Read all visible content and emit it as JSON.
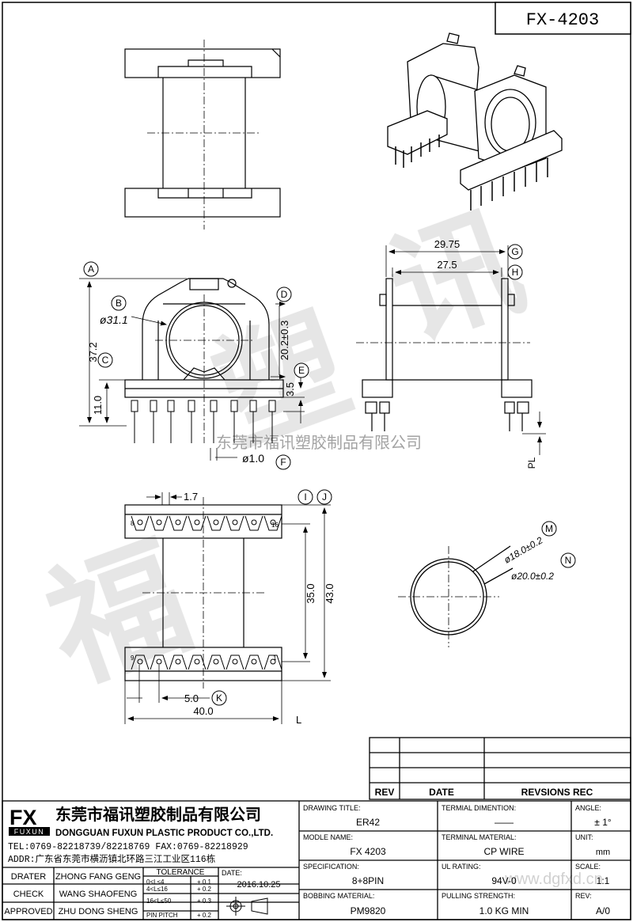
{
  "drawing_code": "FX-4203",
  "dimensions": {
    "d_29_75": "29.75",
    "d_27_5": "27.5",
    "d_37_2": "37.2",
    "d_11_0": "11.0",
    "d_20_2": "20.2±0.3",
    "d_3_5": "3.5",
    "d_phi31": "ø31.1",
    "d_phi1": "ø1.0",
    "d_1_7": "1.7",
    "d_35": "35.0",
    "d_43": "43.0",
    "d_5": "5.0",
    "d_40": "40.0",
    "d_phi18": "ø18.0±0.2",
    "d_phi20": "ø20.0±0.2",
    "pl": "PL",
    "l": "L"
  },
  "callouts": [
    "A",
    "B",
    "C",
    "D",
    "E",
    "F",
    "G",
    "H",
    "I",
    "J",
    "K",
    "M",
    "N"
  ],
  "pin_labels": {
    "top_left": "8",
    "top_right": "16",
    "bottom_left": "9",
    "bottom_right": "1"
  },
  "watermark": "东莞市福讯塑胶制品有限公司",
  "watermark_url": "www.dgfxd.cn",
  "revision_table": {
    "headers": [
      "REV",
      "DATE",
      "REVSIONS REC"
    ]
  },
  "company": {
    "logo_fx": "FX",
    "logo_sub": "FUXUN",
    "name_cn": "东莞市福讯塑胶制品有限公司",
    "name_en": "DONGGUAN FUXUN PLASTIC PRODUCT CO.,LTD.",
    "tel": "TEL:0769-82218739/82218769 FAX:0769-82218929",
    "addr": "ADDR:广东省东莞市横沥镇北环路三江工业区116栋"
  },
  "people": [
    {
      "role": "DRATER",
      "name": "ZHONG FANG GENG"
    },
    {
      "role": "CHECK",
      "name": "WANG SHAOFENG"
    },
    {
      "role": "APPROVED",
      "name": "ZHU DONG SHENG"
    }
  ],
  "tolerance": {
    "title": "TOLERANCE",
    "rows": [
      {
        "range": "0<L≤4",
        "value": "+ 0.1"
      },
      {
        "range": "4<L≤16",
        "value": "+ 0.2"
      },
      {
        "range": "16<L≤50",
        "value": "+ 0.3"
      },
      {
        "range": "PIN PITCH",
        "value": "+ 0.2"
      }
    ]
  },
  "date": {
    "label": "DATE:",
    "value": "2016.10.25"
  },
  "fields": {
    "drawing_title": {
      "label": "DRAWING TITLE:",
      "value": "ER42"
    },
    "module_name": {
      "label": "MODLE NAME:",
      "value": "FX 4203"
    },
    "specification": {
      "label": "SPECIFICATION:",
      "value": "8+8PIN"
    },
    "bobbin_material": {
      "label": "BOBBING MATERIAL:",
      "value": "PM9820"
    },
    "terminal_dimension": {
      "label": "TERMIAL DIMENTION:",
      "value": "——"
    },
    "terminal_material": {
      "label": "TERMINAL MATERIAL:",
      "value": "CP WIRE"
    },
    "ul_rating": {
      "label": "UL RATING:",
      "value": "94V-0"
    },
    "pulling_strength": {
      "label": "PULLING STRENGTH:",
      "value": "1.0 KG MIN"
    },
    "angle": {
      "label": "ANGLE:",
      "value": "± 1°"
    },
    "unit": {
      "label": "UNIT:",
      "value": "mm"
    },
    "scale": {
      "label": "SCALE:",
      "value": "1:1"
    },
    "rev": {
      "label": "REV:",
      "value": "A/0"
    }
  }
}
